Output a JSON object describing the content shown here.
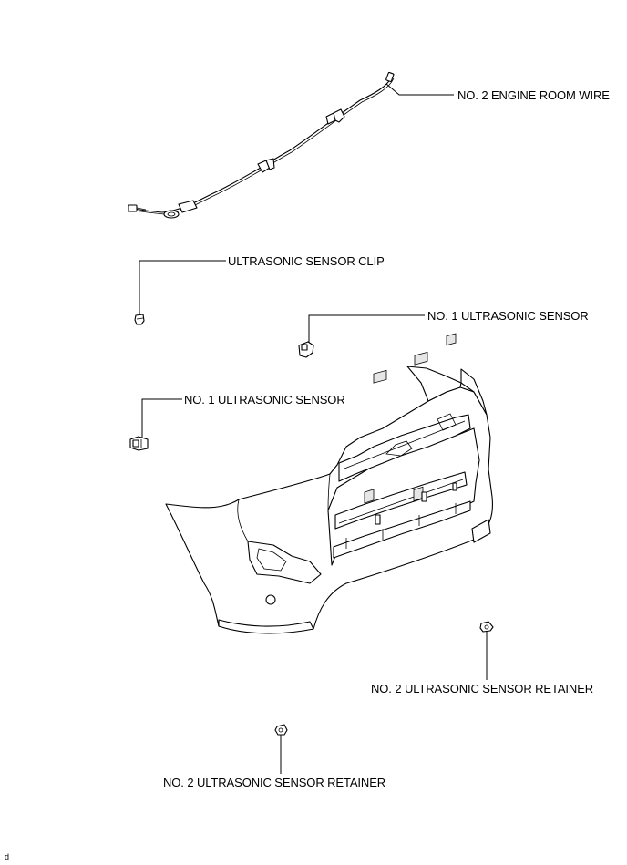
{
  "callouts": {
    "engine_room_wire": "NO. 2 ENGINE ROOM WIRE",
    "sensor_clip": "ULTRASONIC SENSOR CLIP",
    "sensor_1_right": "NO. 1 ULTRASONIC SENSOR",
    "sensor_1_left": "NO. 1 ULTRASONIC SENSOR",
    "retainer_right": "NO. 2 ULTRASONIC SENSOR RETAINER",
    "retainer_bottom": "NO. 2 ULTRASONIC SENSOR RETAINER"
  },
  "corner_mark": "d",
  "colors": {
    "line": "#000000",
    "background": "#ffffff",
    "shade": "#e6e6e6"
  }
}
